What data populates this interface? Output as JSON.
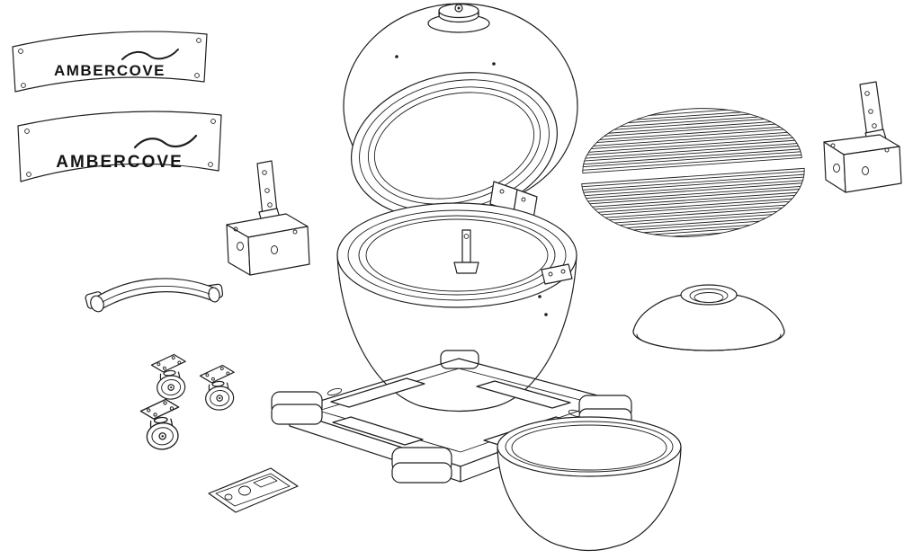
{
  "colors": {
    "background": "#ffffff",
    "line": "#1f1f1f"
  },
  "brand": {
    "name": "AMBERCOVE"
  },
  "logo_bands": {
    "upper": {
      "label": "AMBERCOVE"
    },
    "lower": {
      "label": "AMBERCOVE"
    }
  },
  "parts": [
    {
      "id": "logo-band-upper"
    },
    {
      "id": "logo-band-lower"
    },
    {
      "id": "dome-lid"
    },
    {
      "id": "top-vent-cap"
    },
    {
      "id": "cooking-grate-top-half"
    },
    {
      "id": "cooking-grate-bottom-half"
    },
    {
      "id": "shelf-bracket-right"
    },
    {
      "id": "shelf-bracket-left"
    },
    {
      "id": "side-handle"
    },
    {
      "id": "grill-body"
    },
    {
      "id": "inner-hinge-bracket"
    },
    {
      "id": "caster-wheel-1"
    },
    {
      "id": "caster-wheel-2"
    },
    {
      "id": "caster-wheel-3"
    },
    {
      "id": "draft-door-plate"
    },
    {
      "id": "chimney-cap"
    },
    {
      "id": "base-cart"
    },
    {
      "id": "firebox-bowl"
    }
  ]
}
